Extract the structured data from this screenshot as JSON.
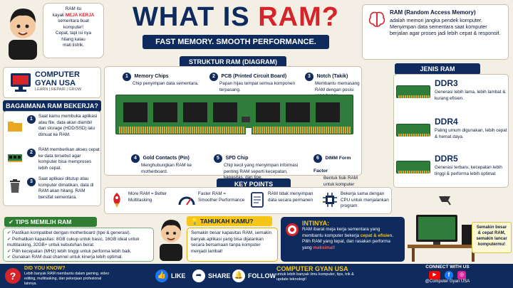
{
  "header": {
    "title_prefix": "WHAT IS ",
    "title_highlight": "RAM?",
    "subtitle": "FAST MEMORY. SMOOTH PERFORMANCE."
  },
  "speech": {
    "line1": "RAM itu",
    "line2_pre": "kayak ",
    "line2_hl": "MEJA KERJA",
    "line3": "sementara buat",
    "line4": "komputer!",
    "line5": "Cepat, tapi isi nya",
    "line6": "hilang kalau",
    "line7": "mati listrik."
  },
  "definition": {
    "heading": "RAM (Random Access Memory)",
    "body": "adalah memori jangka pendek komputer. Menyimpan data sementara saat komputer berjalan agar proses jadi lebih cepat & responsif."
  },
  "brand": {
    "name1": "COMPUTER",
    "name2": "GYAN USA",
    "tagline": "LEARN | REPAIR | GROW"
  },
  "how": {
    "title": "BAGAIMANA RAM BEKERJA?",
    "steps": [
      {
        "num": "1",
        "text": "Saat kamu membuka aplikasi atau file, data akan diambil dari storage (HDD/SSD) lalu dimuat ke RAM."
      },
      {
        "num": "2",
        "text": "RAM memberikan akses cepat ke data tersebut agar komputer bisa memproses lebih cepat."
      },
      {
        "num": "3",
        "text": "Saat aplikasi ditutup atau komputer dimatikan, data di RAM akan hilang. RAM bersifat sementara."
      }
    ]
  },
  "structure": {
    "title": "STRUKTUR RAM (DIAGRAM)",
    "parts": [
      {
        "num": "1",
        "name": "Memory Chips",
        "desc": "Chip penyimpan data sementara."
      },
      {
        "num": "2",
        "name": "PCB (Printed Circuit Board)",
        "desc": "Papan hijau tempat semua komponen terpasang."
      },
      {
        "num": "3",
        "name": "Notch (Takik)",
        "desc": "Membantu memasang RAM dengan posisi yang benar."
      },
      {
        "num": "4",
        "name": "Gold Contacts (Pin)",
        "desc": "Menghubungkan RAM ke motherboard."
      },
      {
        "num": "5",
        "name": "SPD Chip",
        "desc": "Chip kecil yang menyimpan informasi penting RAM seperti kecepatan, kapasitas, dan tipe."
      },
      {
        "num": "6",
        "name": "DIMM Form Factor",
        "desc": "Bentuk fisik RAM untuk komputer desktop."
      }
    ]
  },
  "types": {
    "title": "JENIS RAM",
    "items": [
      {
        "name": "DDR3",
        "desc": "Generasi lebih lama, lebih lambat & kurang efisien."
      },
      {
        "name": "DDR4",
        "desc": "Paling umum digunakan, lebih cepat & hemat daya."
      },
      {
        "name": "DDR5",
        "desc": "Generasi terbaru, kecepatan lebih tinggi & performa lebih optimal."
      }
    ]
  },
  "keypoints": {
    "title": "KEY POINTS",
    "items": [
      {
        "text": "More RAM = Better Multitasking",
        "icon": "rocket-icon"
      },
      {
        "text": "Faster RAM = Smoother Performance",
        "icon": "speedometer-icon"
      },
      {
        "text": "RAM tidak menyimpan data secara permanen",
        "icon": "document-icon"
      },
      {
        "text": "Bekerja sama dengan CPU untuk menjalankan program",
        "icon": "cpu-icon"
      }
    ]
  },
  "tips": {
    "title": "TIPS MEMILIH RAM",
    "items": [
      "Pastikan kompatibel dengan motherboard (tipe & generasi).",
      "Perhatikan kapasitas: 8GB cukup untuk basic, 16GB ideal untuk multitasking, 32GB+ untuk kebutuhan berat.",
      "Pilih kecepatan (MHz) lebih tinggi untuk performa lebih baik.",
      "Gunakan RAM dual channel untuk kinerja lebih optimal."
    ]
  },
  "tahukah": {
    "title": "TAHUKAH KAMU?",
    "body": "Semakin besar kapasitas RAM, semakin banyak aplikasi yang bisa dijalankan secara bersamaan tanpa komputer menjadi lambat!"
  },
  "intinya": {
    "title": "INTINYA:",
    "line1_pre": "RAM ibarat meja kerja sementara yang membantu komputer bekerja ",
    "line1_hl": "cepat & efisien.",
    "line2_pre": "Pilih RAM yang tepat, dan rasakan performa yang ",
    "line2_hl": "maksimal!"
  },
  "desk_note": {
    "text": "Semakin besar & cepat RAM, semakin lancar komputermu!"
  },
  "footer": {
    "dyk_title": "DID YOU KNOW?",
    "dyk_body": "Lebih banyak RAM membantu dalam gaming, video editing, multitasking, dan pekerjaan profesional lainnya.",
    "like": "LIKE",
    "share": "SHARE",
    "follow": "FOLLOW",
    "brand": "COMPUTER GYAN USA",
    "brand_sub": "untuk lebih banyak ilmu komputer, tips, trik & update teknologi!",
    "connect": "CONNECT WITH US",
    "handle": "@Computer Gyan USA"
  },
  "colors": {
    "navy": "#0f2a5c",
    "red": "#d6242b",
    "pcb_green": "#2f7d3b",
    "gold": "#d7a93a",
    "tips_green": "#2e7d32",
    "tahukah_yellow": "#f5c518",
    "beige": "#f4efe4"
  }
}
